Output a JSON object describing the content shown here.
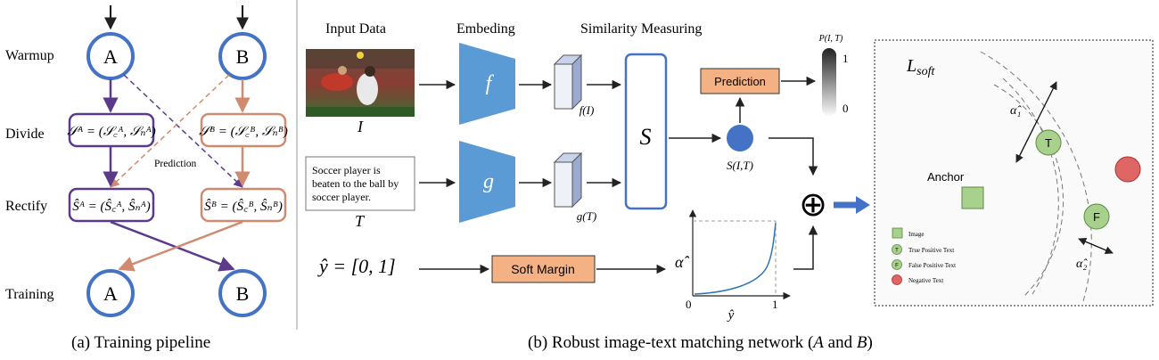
{
  "colors": {
    "blue_node": "#4472c4",
    "purple": "#5b3a8c",
    "salmon": "#d08a70",
    "blue_model": "#5b9bd5",
    "orange_box": "#f4b183",
    "green_sq": "#a9d18e",
    "green_circle": "#a9d18e",
    "red_circle": "#e06666",
    "arrow_blue": "#4472c4"
  },
  "pipeline": {
    "stages": [
      "Warmup",
      "Divide",
      "Rectify",
      "Training"
    ],
    "node_a": "A",
    "node_b": "B",
    "divide_a": "𝒮ᴬ = (𝒮꜀ᴬ, 𝒮ₙᴬ)",
    "divide_b": "𝒮ᴮ = (𝒮꜀ᴮ, 𝒮ₙᴮ)",
    "rectify_a": "Ŝᴬ = (Ŝ꜀ᴬ, Ŝₙᴬ)",
    "rectify_b": "Ŝᴮ = (Ŝ꜀ᴮ, Ŝₙᴮ)",
    "prediction_label": "Prediction",
    "caption": "(a) Training pipeline"
  },
  "network": {
    "col_input": "Input Data",
    "col_embed": "Embeding",
    "col_sim": "Similarity Measuring",
    "img_label": "I",
    "text_box": [
      "Soccer player is",
      "beaten to the ball by",
      "soccer player."
    ],
    "text_label": "T",
    "f": "f",
    "g": "g",
    "f_out": "f(I)",
    "g_out": "g(T)",
    "s": "S",
    "s_out": "S(I,T)",
    "prediction": "Prediction",
    "p_label": "P(I, T)",
    "p_top": "1",
    "p_bottom": "0",
    "y_hat": "ŷ = [0, 1]",
    "soft_margin": "Soft Margin",
    "alpha_hat": "α̂",
    "axis_y": "ŷ",
    "axis_zero": "0",
    "axis_one": "1",
    "oplus": "⊕",
    "caption_main": "(b) Robust image-text matching network (",
    "caption_a": "A",
    "caption_and": " and ",
    "caption_b": "B",
    "caption_end": ")"
  },
  "loss_panel": {
    "title_main": "L",
    "title_sub": "soft",
    "alpha1": "α̂₁",
    "alpha2": "α̂₂",
    "anchor": "Anchor",
    "t": "T",
    "f": "F",
    "legend": [
      "Image",
      "True Positive Text",
      "False Positive Text",
      "Negative Text"
    ],
    "legend_icons": [
      "T",
      "F"
    ]
  }
}
